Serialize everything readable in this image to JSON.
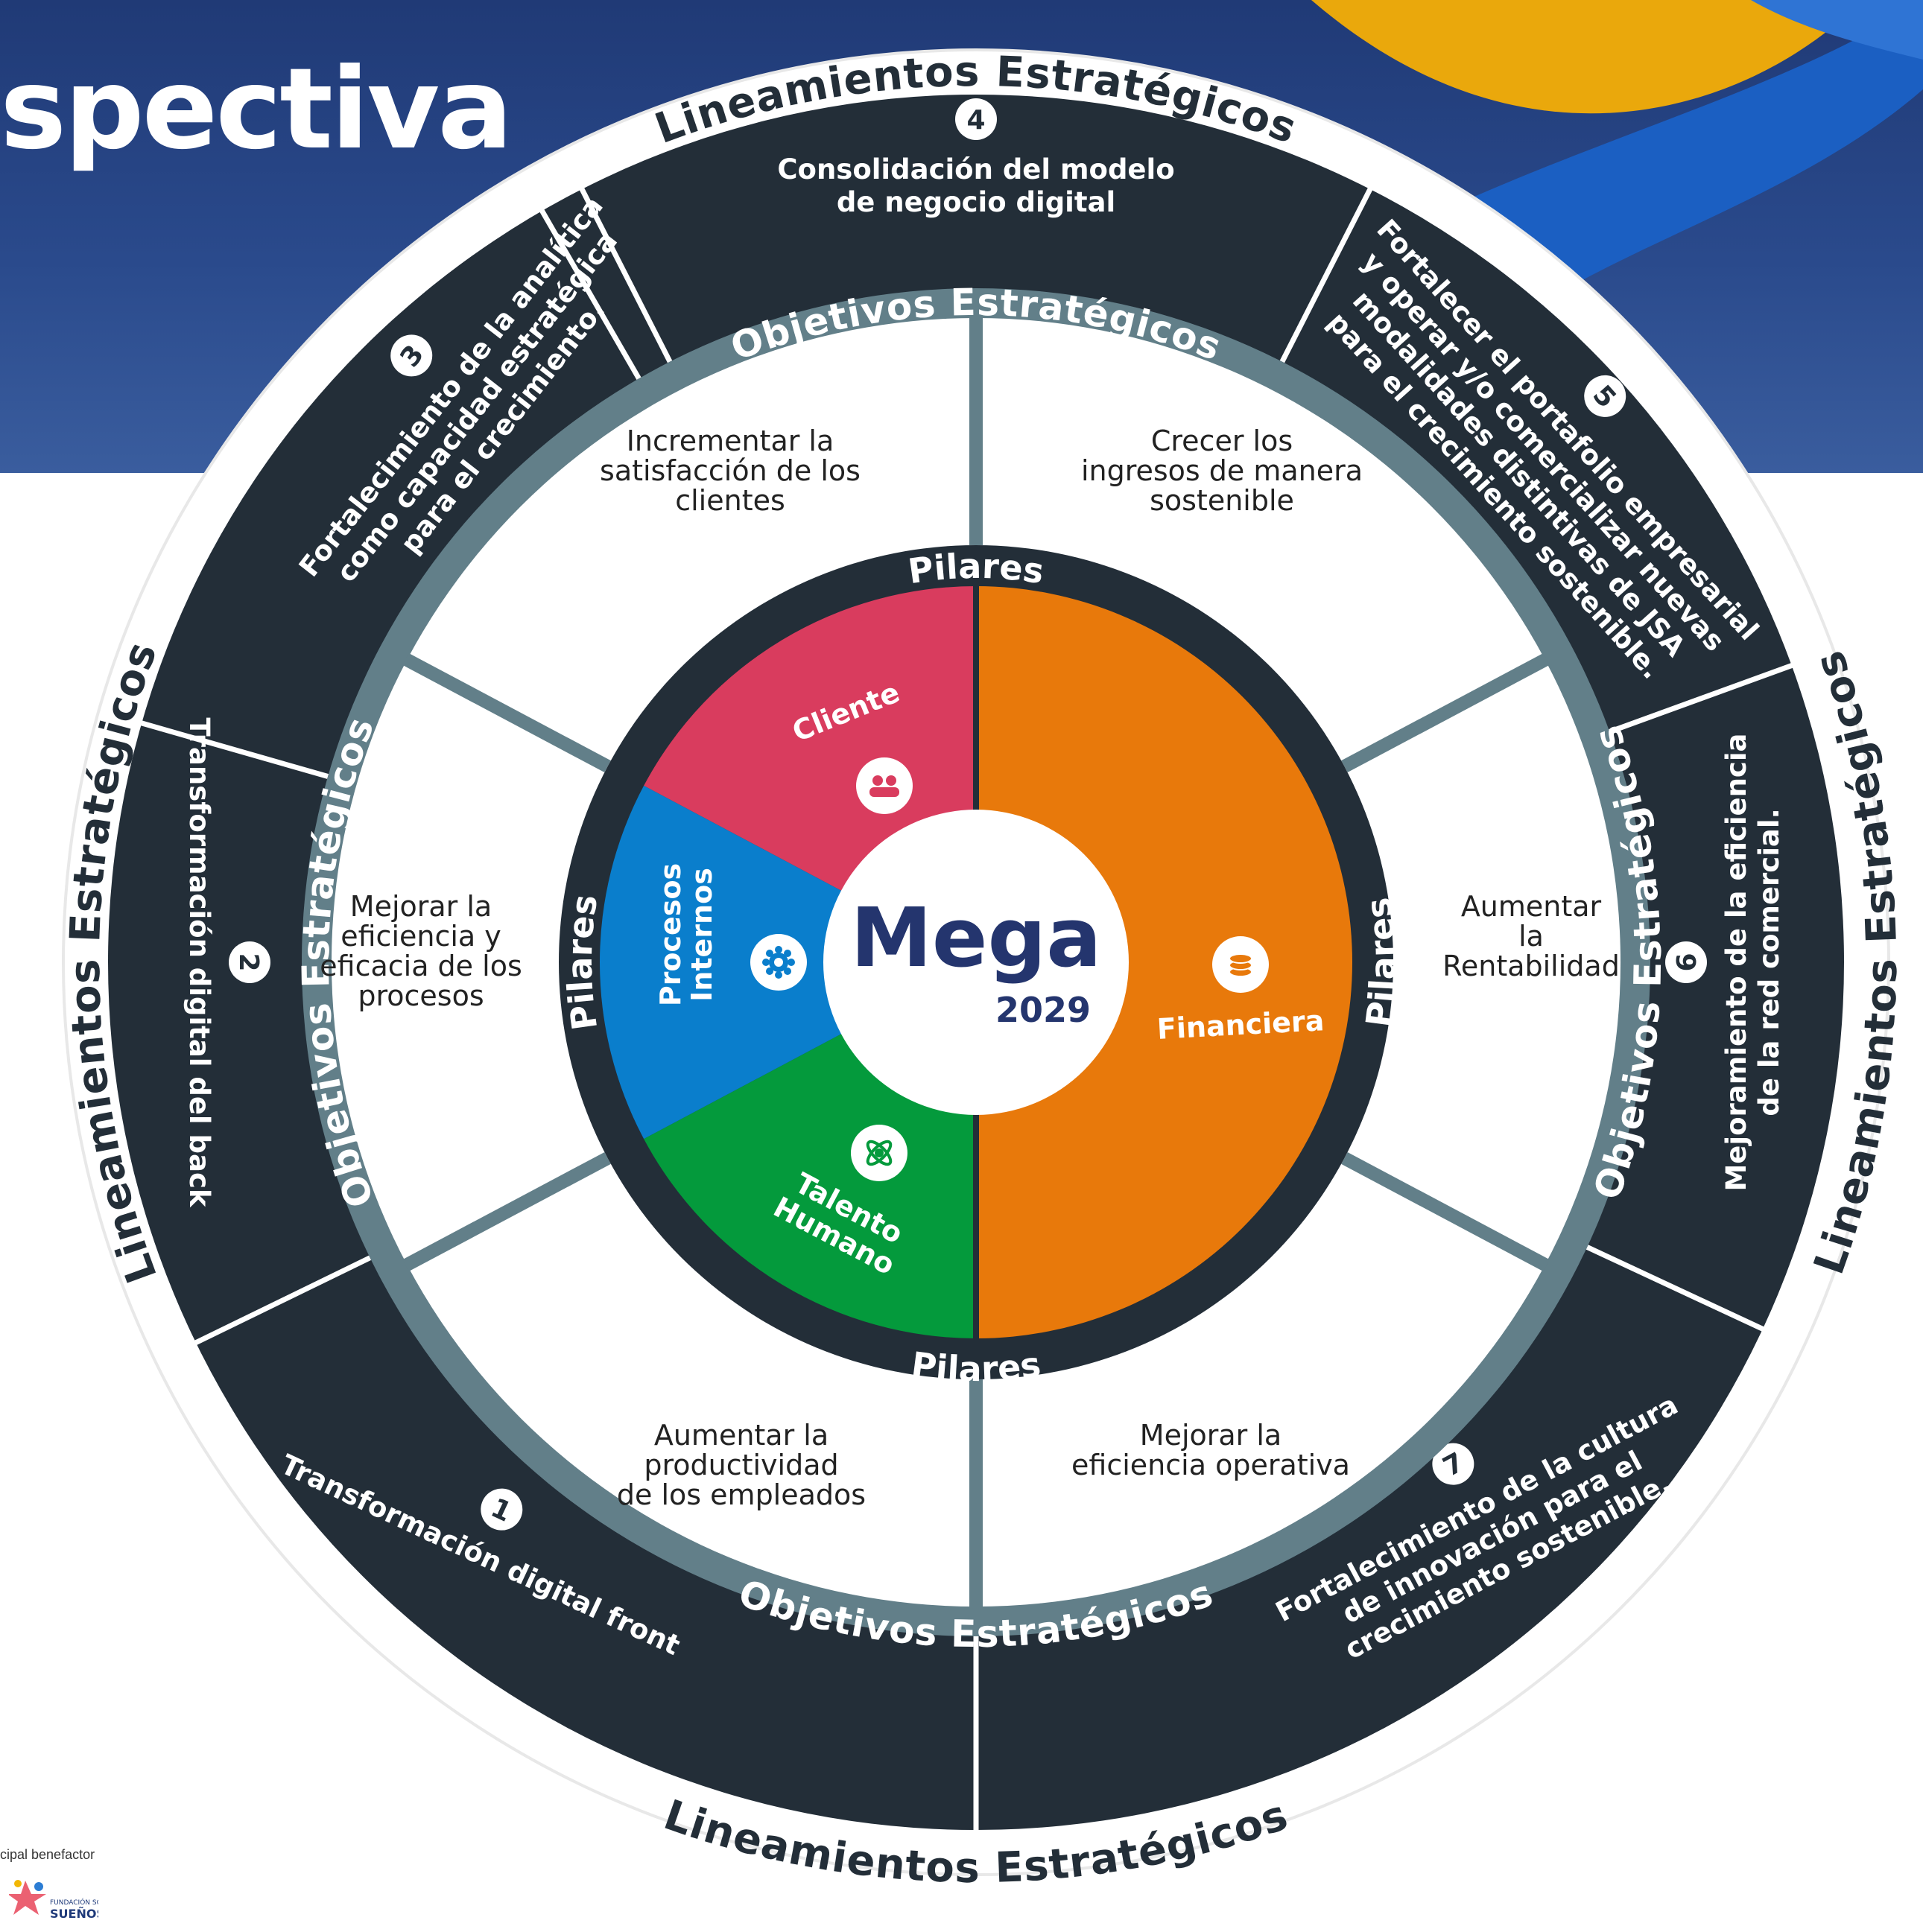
{
  "page": {
    "title": "spectiva",
    "footer_text": "cipal benefactor",
    "footer_logo_lines": [
      "FUNDACIÓN SOCIAL",
      "SUEÑOS"
    ]
  },
  "diagram": {
    "center": {
      "title": "Mega",
      "year": "2029"
    },
    "ring_labels": {
      "lineamientos": "Lineamientos Estratégicos",
      "objetivos": "Objetivos Estratégicos",
      "pilares": "Pilares"
    },
    "pillars": [
      {
        "name": "Cliente",
        "icon": "people-icon",
        "color": "#d93c5e"
      },
      {
        "name": "Financiera",
        "icon": "coins-icon",
        "color": "#e8790b"
      },
      {
        "name": "Talento Humano",
        "icon": "atom-person-icon",
        "color": "#049a3c"
      },
      {
        "name": "Procesos Internos",
        "icon": "gear-icon",
        "color": "#0a7ecc"
      }
    ],
    "objectives": [
      {
        "lines": [
          "Incrementar la",
          "satisfacción de los",
          "clientes"
        ]
      },
      {
        "lines": [
          "Crecer los",
          "ingresos de manera",
          "sostenible"
        ]
      },
      {
        "lines": [
          "Aumentar",
          "la",
          "Rentabilidad"
        ]
      },
      {
        "lines": [
          "Mejorar la",
          "eficiencia operativa"
        ]
      },
      {
        "lines": [
          "Aumentar la",
          "productividad",
          "de los empleados"
        ]
      },
      {
        "lines": [
          "Mejorar la",
          "eficiencia y",
          "eficacia de los",
          "procesos"
        ]
      }
    ],
    "lineamientos": [
      {
        "number": "1",
        "lines": [
          "Transformación digital front"
        ]
      },
      {
        "number": "2",
        "lines": [
          "Transformación digital del back"
        ]
      },
      {
        "number": "3",
        "lines": [
          "Fortalecimiento de la analítica",
          "como capacidad estratégica",
          "para el crecimiento."
        ]
      },
      {
        "number": "4",
        "lines": [
          "Consolidación del modelo",
          "de negocio digital"
        ]
      },
      {
        "number": "5",
        "lines": [
          "Fortalecer el portafolio empresarial",
          "y operar y/o comercializar nuevas",
          "modalidades distintivas de JSA",
          "para el crecimiento sostenible."
        ]
      },
      {
        "number": "6",
        "lines": [
          "Mejoramiento de la eficiencia",
          "de la red comercial."
        ]
      },
      {
        "number": "7",
        "lines": [
          "Fortalecimiento de  la cultura",
          "de innovación para el",
          "crecimiento sostenible."
        ]
      }
    ],
    "colors": {
      "dark": "#232e38",
      "steel": "#627f89",
      "mega_text": "#24356e",
      "brand_yellow": "#eaa80c",
      "brand_blue": "#1f3a7a"
    }
  }
}
